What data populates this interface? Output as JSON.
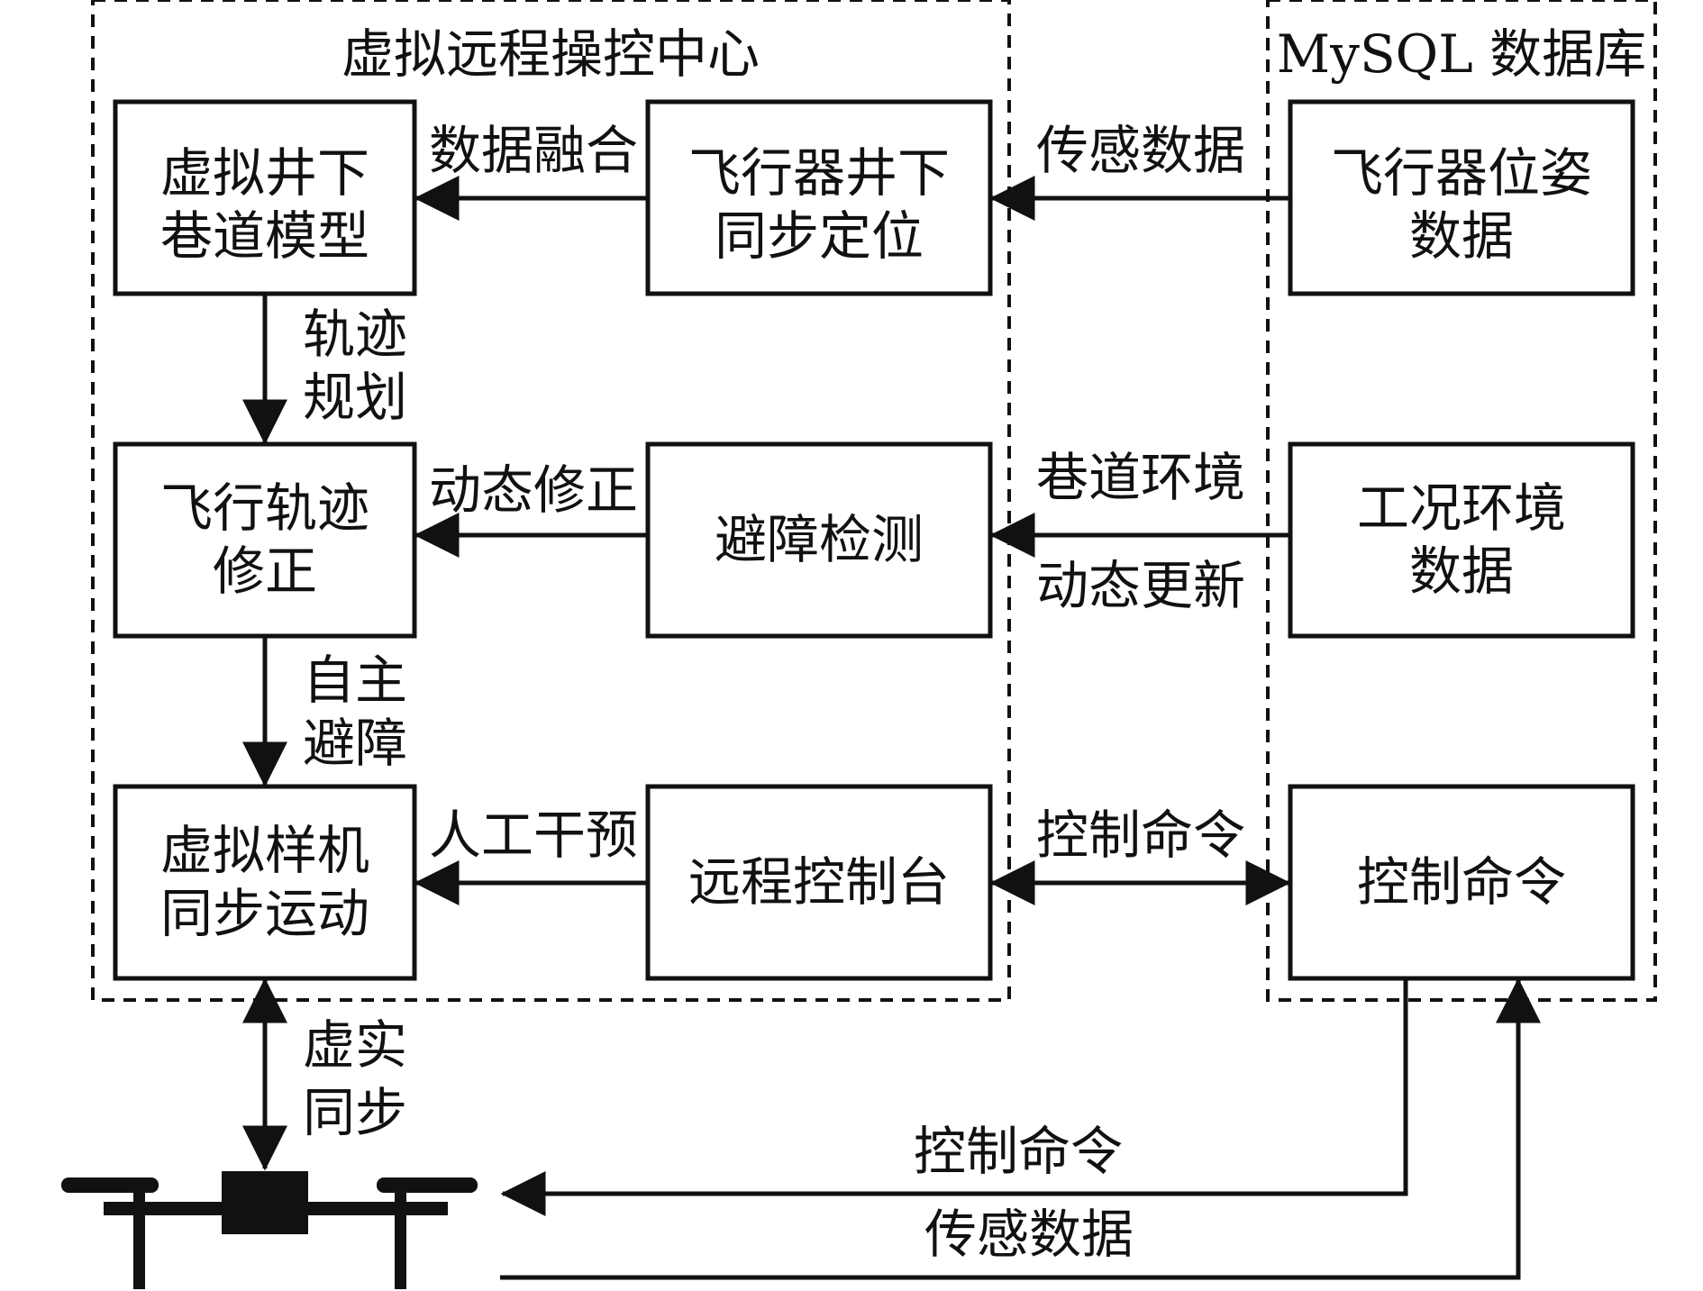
{
  "groups": {
    "control_center_title": "虚拟远程操控中心",
    "database_title": "MySQL 数据库"
  },
  "boxes": {
    "tunnel_model": [
      "虚拟井下",
      "巷道模型"
    ],
    "sync_positioning": [
      "飞行器井下",
      "同步定位"
    ],
    "pose_data": [
      "飞行器位姿",
      "数据"
    ],
    "trajectory_correction": [
      "飞行轨迹",
      "修正"
    ],
    "obstacle_detection": [
      "避障检测"
    ],
    "environment_data": [
      "工况环境",
      "数据"
    ],
    "virtual_prototype": [
      "虚拟样机",
      "同步运动"
    ],
    "remote_console": [
      "远程控制台"
    ],
    "control_command": [
      "控制命令"
    ]
  },
  "edge_labels": {
    "data_fusion": "数据融合",
    "sensor_data_top": "传感数据",
    "trajectory_planning": [
      "轨迹",
      "规划"
    ],
    "dynamic_correction": "动态修正",
    "tunnel_env": "巷道环境",
    "dynamic_update": "动态更新",
    "autonomous_avoidance": [
      "自主",
      "避障"
    ],
    "manual_intervention": "人工干预",
    "control_command_link": "控制命令",
    "virtual_real_sync": [
      "虚实",
      "同步"
    ],
    "control_command_bottom": "控制命令",
    "sensor_data_bottom": "传感数据"
  },
  "colors": {
    "stroke": "#111111",
    "background": "#ffffff"
  },
  "icons": {
    "drone": "drone-icon"
  }
}
